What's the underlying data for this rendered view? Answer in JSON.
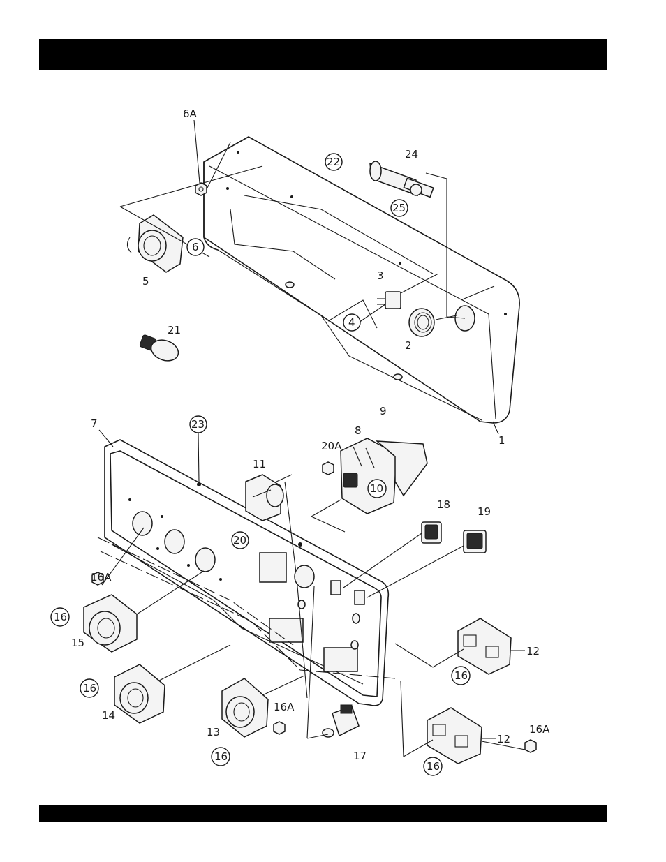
{
  "callouts": {
    "c1": "1",
    "c2": "2",
    "c3": "3",
    "c4": "4",
    "c5": "5",
    "c6": "6",
    "c6a": "6A",
    "c7": "7",
    "c8": "8",
    "c9": "9",
    "c10": "10",
    "c11": "11",
    "c12a": "12",
    "c12b": "12",
    "c13": "13",
    "c14": "14",
    "c15": "15",
    "c16a": "16",
    "c16b": "16",
    "c16c": "16",
    "c16d": "16",
    "c16e": "16",
    "c16A_a": "16A",
    "c16A_b": "16A",
    "c16A_c": "16A",
    "c17": "17",
    "c18": "18",
    "c19": "19",
    "c20": "20",
    "c20a": "20A",
    "c21": "21",
    "c22": "22",
    "c23": "23",
    "c24": "24",
    "c25": "25"
  },
  "colors": {
    "bar": "#000000",
    "line": "#1a1a1a",
    "background": "#ffffff"
  }
}
